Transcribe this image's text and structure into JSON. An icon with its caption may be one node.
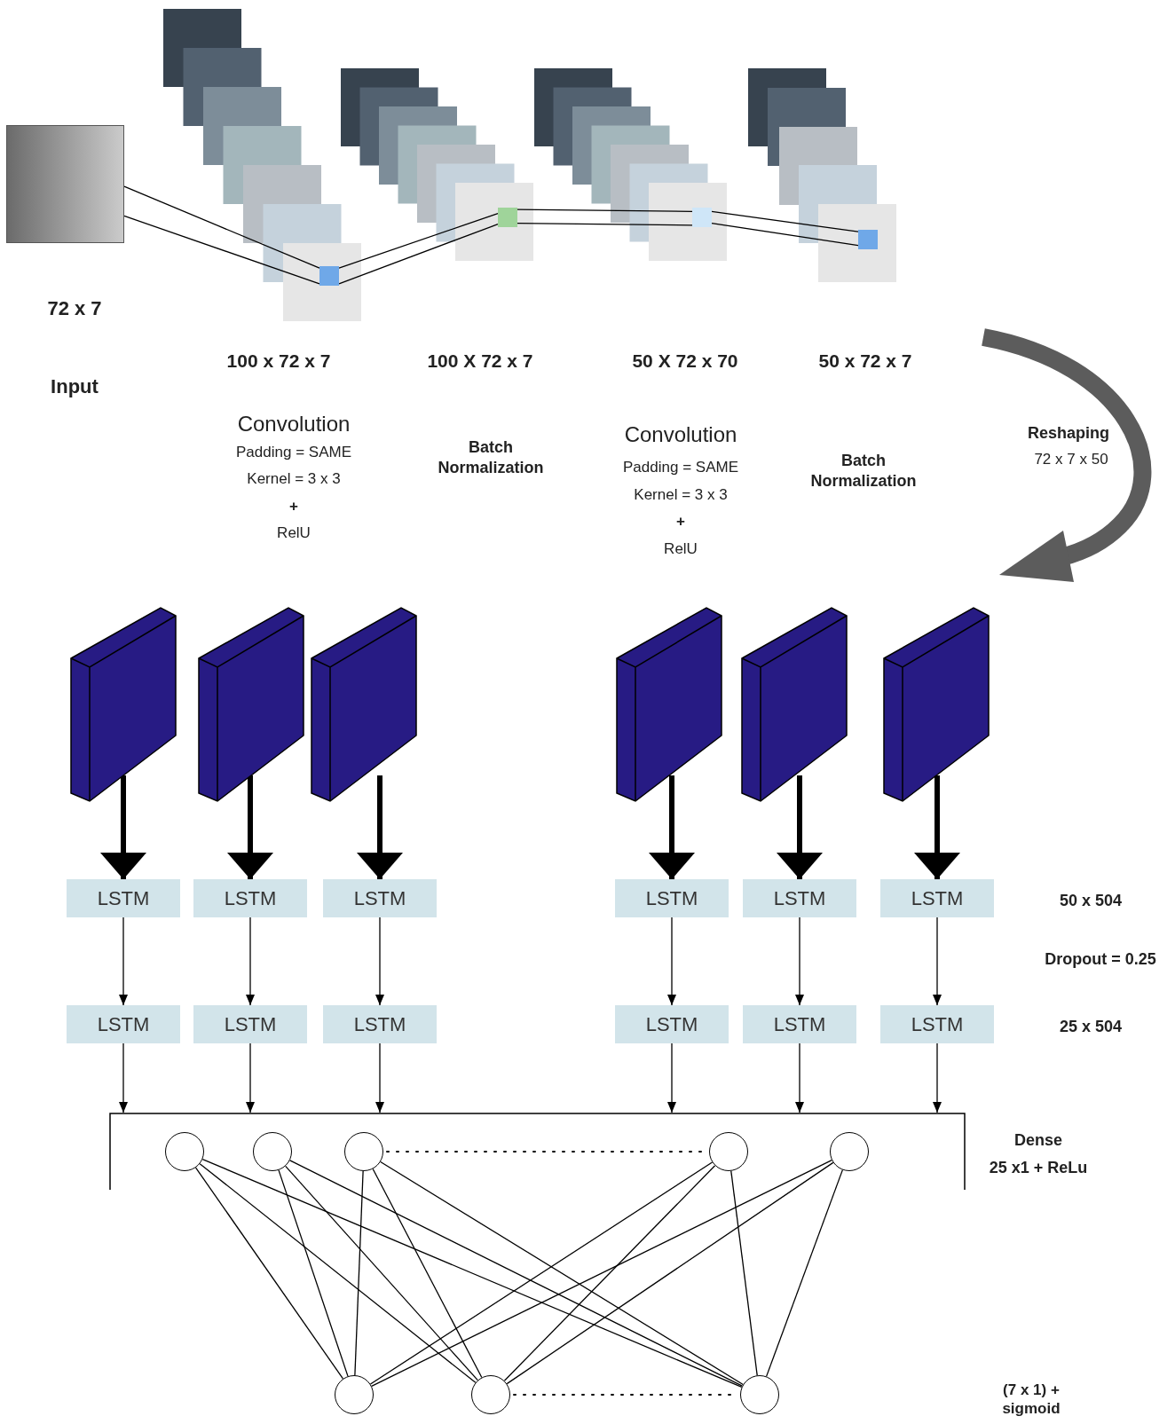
{
  "diagram": {
    "nodes": [
      {
        "text": [],
        "shape": "box",
        "beside": [
          "72 x 7",
          "Input"
        ]
      },
      {
        "text": [],
        "shape": "box"
      },
      {
        "text": [],
        "shape": "box"
      },
      {
        "text": [],
        "shape": "box"
      },
      {
        "text": [],
        "shape": "box"
      },
      {
        "text": [],
        "shape": "box"
      },
      {
        "text": [],
        "shape": "box"
      },
      {
        "text": [],
        "shape": "box"
      },
      {
        "text": [],
        "shape": "box"
      },
      {
        "text": [],
        "shape": "box"
      },
      {
        "text": [],
        "shape": "box"
      },
      {
        "text": [
          "LSTM"
        ]
      },
      {
        "text": [
          "LSTM"
        ]
      },
      {
        "text": [
          "LSTM"
        ]
      },
      {
        "text": [
          "LSTM"
        ]
      },
      {
        "text": [
          "LSTM"
        ]
      },
      {
        "text": [
          "LSTM"
        ]
      },
      {
        "text": [
          "LSTM"
        ]
      },
      {
        "text": [
          "LSTM"
        ]
      },
      {
        "text": [
          "LSTM"
        ]
      },
      {
        "text": [
          "LSTM"
        ]
      },
      {
        "text": [
          "LSTM"
        ]
      },
      {
        "text": [
          "LSTM"
        ]
      },
      {
        "text": [],
        "shape": "bar",
        "beside": [
          "Dense",
          "25 x1 + ReLu"
        ]
      },
      {
        "text": [],
        "shape": "circle",
        "in": 23
      },
      {
        "text": [],
        "shape": "circle",
        "in": 23
      },
      {
        "text": [],
        "shape": "circle",
        "in": 23
      },
      {
        "text": [],
        "shape": "circle",
        "in": 23
      },
      {
        "text": [],
        "shape": "circle",
        "in": 23
      },
      {
        "text": [],
        "shape": "circle"
      },
      {
        "text": [],
        "shape": "circle"
      },
      {
        "text": [],
        "shape": "circle"
      }
    ],
    "edges": [
      {
        "from": 0,
        "to": 1,
        "arrow": "none"
      },
      {
        "from": 0,
        "to": 1,
        "arrow": "none"
      },
      {
        "from": 1,
        "to": 2,
        "arrow": "none"
      },
      {
        "from": 1,
        "to": 2,
        "arrow": "none"
      },
      {
        "from": 2,
        "to": 3,
        "arrow": "none"
      },
      {
        "from": 2,
        "to": 3,
        "arrow": "none"
      },
      {
        "from": 3,
        "to": 4,
        "arrow": "none"
      },
      {
        "from": 3,
        "to": 4,
        "arrow": "none"
      },
      {
        "from": 5,
        "to": 11,
        "arrow": "to",
        "style": "thick"
      },
      {
        "from": 6,
        "to": 12,
        "arrow": "to",
        "style": "thick"
      },
      {
        "from": 7,
        "to": 13,
        "arrow": "to",
        "style": "thick"
      },
      {
        "from": 8,
        "to": 14,
        "arrow": "to",
        "style": "thick"
      },
      {
        "from": 9,
        "to": 15,
        "arrow": "to",
        "style": "thick"
      },
      {
        "from": 10,
        "to": 16,
        "arrow": "to",
        "style": "thick"
      },
      {
        "from": 11,
        "to": 17,
        "arrow": "to"
      },
      {
        "from": 12,
        "to": 18,
        "arrow": "to"
      },
      {
        "from": 13,
        "to": 19,
        "arrow": "to"
      },
      {
        "from": 14,
        "to": 20,
        "arrow": "to"
      },
      {
        "from": 15,
        "to": 21,
        "arrow": "to"
      },
      {
        "from": 16,
        "to": 22,
        "arrow": "to"
      },
      {
        "from": 17,
        "to": 23,
        "arrow": "to"
      },
      {
        "from": 18,
        "to": 23,
        "arrow": "to"
      },
      {
        "from": 19,
        "to": 23,
        "arrow": "to"
      },
      {
        "from": 20,
        "to": 23,
        "arrow": "to"
      },
      {
        "from": 21,
        "to": 23,
        "arrow": "to"
      },
      {
        "from": 22,
        "to": 23,
        "arrow": "to"
      },
      {
        "from": 26,
        "to": 27,
        "arrow": "none",
        "style": "dashed"
      },
      {
        "from": 30,
        "to": 31,
        "arrow": "none",
        "style": "dashed"
      },
      {
        "from": 24,
        "to": 29,
        "arrow": "none"
      },
      {
        "from": 24,
        "to": 30,
        "arrow": "none"
      },
      {
        "from": 24,
        "to": 31,
        "arrow": "none"
      },
      {
        "from": 25,
        "to": 29,
        "arrow": "none"
      },
      {
        "from": 25,
        "to": 30,
        "arrow": "none"
      },
      {
        "from": 25,
        "to": 31,
        "arrow": "none"
      },
      {
        "from": 26,
        "to": 29,
        "arrow": "none"
      },
      {
        "from": 26,
        "to": 30,
        "arrow": "none"
      },
      {
        "from": 26,
        "to": 31,
        "arrow": "none"
      },
      {
        "from": 27,
        "to": 29,
        "arrow": "none"
      },
      {
        "from": 27,
        "to": 30,
        "arrow": "none"
      },
      {
        "from": 27,
        "to": 31,
        "arrow": "none"
      },
      {
        "from": 28,
        "to": 29,
        "arrow": "none"
      },
      {
        "from": 28,
        "to": 30,
        "arrow": "none"
      },
      {
        "from": 28,
        "to": 31,
        "arrow": "none"
      }
    ],
    "labels": [
      "100 x 72 x 7",
      "100 X 72 x 7",
      "50 X 72 x 70",
      "50 x 72 x 7",
      "Convolution",
      "Padding = SAME",
      "Kernel = 3 x 3",
      "+",
      "RelU",
      "Batch Normalization",
      "Convolution",
      "Padding = SAME",
      "Kernel = 3 x 3",
      "+",
      "RelU",
      "Batch Normalization",
      "Reshaping",
      "72 x 7 x 50",
      "50 x 504",
      "Dropout = 0.25",
      "25 x 504",
      "(7 x 1) + sigmoid"
    ]
  }
}
